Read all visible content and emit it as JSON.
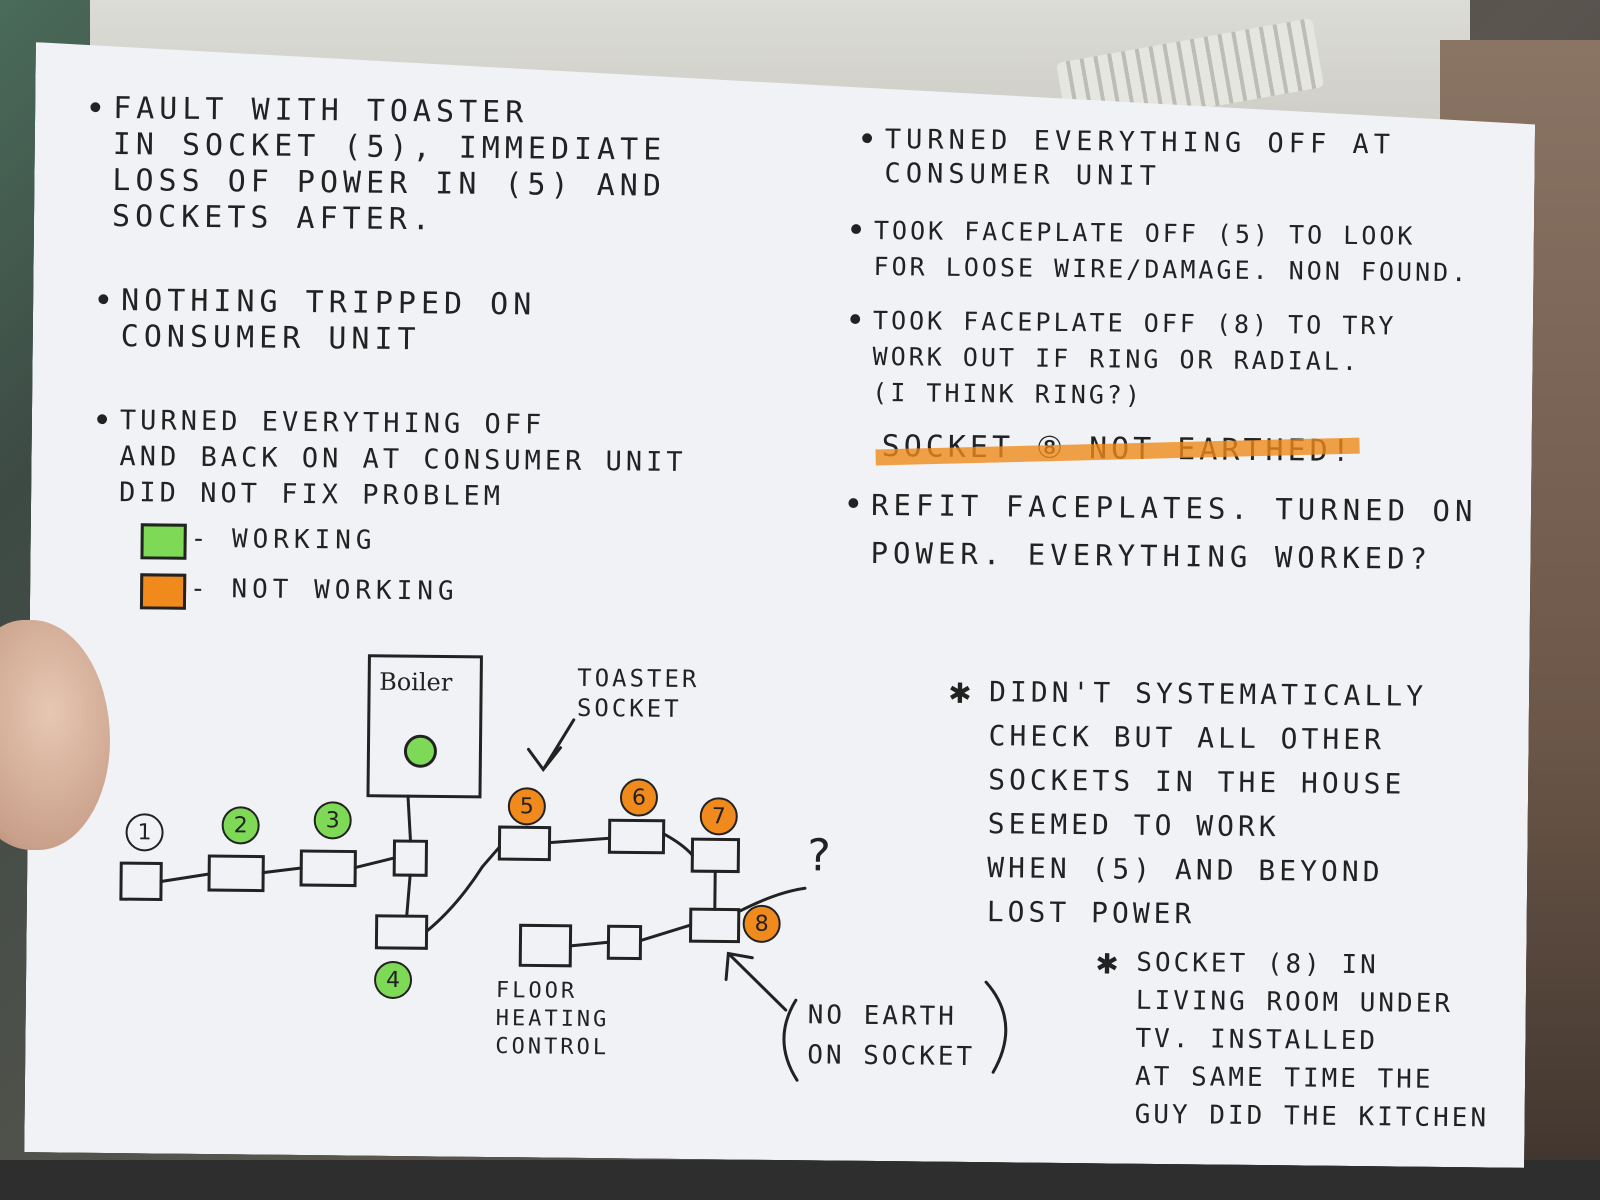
{
  "notes": {
    "left_1": "Fault with toaster\nin socket (5), immediate\nloss of power in (5) and\nsockets after.",
    "left_2": "Nothing tripped on\nconsumer unit",
    "left_3": "Turned everything off\nand back on at consumer unit\ndid not fix problem",
    "right_1": "Turned everything off at\nconsumer unit",
    "right_2": "Took faceplate off (5) to look\nfor loose wire/damage. Non found.",
    "right_3": "Took faceplate off (8) to try\nwork out if ring or radial.\n(I think ring?)",
    "right_4_struck": "Socket ⑧ not earthed!",
    "right_5": "Refit faceplates. Turned on\npower. Everything worked?",
    "right_6": "Didn't systematically\ncheck but all other\nsockets in the house\nseemed to work\nwhen (5) and beyond\nlost power",
    "right_7": "Socket (8) in\nliving room under\nTV. Installed\nat same time the\nguy did the kitchen"
  },
  "legend": {
    "working_label": "- Working",
    "not_working_label": "- Not working",
    "working_color": "#7ed957",
    "not_working_color": "#f08a1c"
  },
  "diagram": {
    "boiler_label": "Boiler",
    "toaster_label": "Toaster\nsocket",
    "floor_heating_label": "Floor\nheating\ncontrol",
    "no_earth_label": "No earth\non socket",
    "question_mark": "?",
    "sockets": [
      {
        "num": "1",
        "status": "none"
      },
      {
        "num": "2",
        "status": "working"
      },
      {
        "num": "3",
        "status": "working"
      },
      {
        "num": "4",
        "status": "working"
      },
      {
        "num": "5",
        "status": "not_working"
      },
      {
        "num": "6",
        "status": "not_working"
      },
      {
        "num": "7",
        "status": "not_working"
      },
      {
        "num": "8",
        "status": "not_working"
      }
    ]
  }
}
